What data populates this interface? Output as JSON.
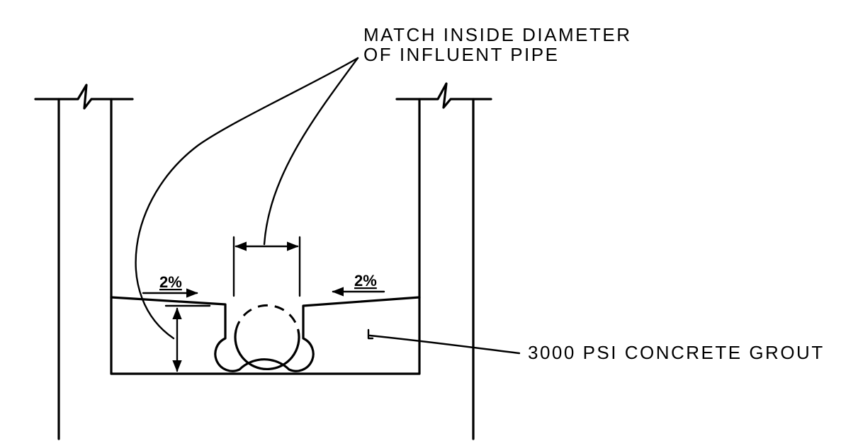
{
  "labels": {
    "diameter_line1": "MATCH INSIDE DIAMETER",
    "diameter_line2": "OF INFLUENT PIPE",
    "grout": "3000 PSI CONCRETE GROUT",
    "slope_left": "2%",
    "slope_right": "2%"
  }
}
